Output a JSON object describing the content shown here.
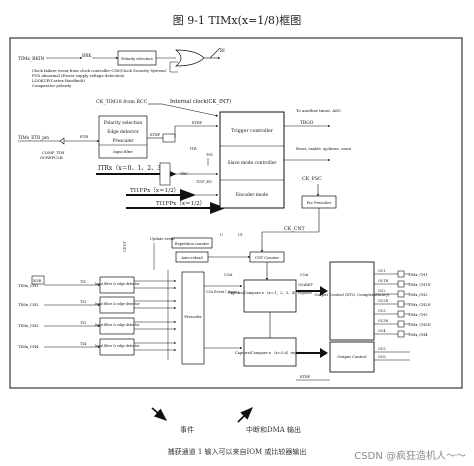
{
  "title": "图 9-1 TIMx(x=1/8)框图",
  "break": {
    "input": "TIMx_BKIN",
    "brk": "BRK",
    "polarity": "Polarity selection",
    "bi": "BI",
    "sources": [
      "Clock failure event from clock controller CSS(Clock Security Syetem)",
      "PVD abnormal (Power supply voltage detection)",
      "LOOKUP(Cortex Hardfault)",
      "Comparator polarity"
    ]
  },
  "clock": {
    "rcc": "CK_TIM18 from RCC",
    "internal": "Internal clock(CK_INT)",
    "etr_pin": "TIMx_ETR_pin",
    "comp": "COMP_TIM",
    "ocref": "OCREFCLR",
    "etr": "ETR",
    "etrp": "ETRP",
    "etrf": "ETRF",
    "etr_blocks": [
      "Polarity selection",
      "Edge detector",
      "Prescaler",
      "Input filter"
    ],
    "itr": "ITRx（x＝0、1、2、3）",
    "ti1f_ed": "TI1F_ED",
    "ti1fp1": "TI1FPx（x＝1/2）",
    "ti2fp2": "TI1FPx（x＝1/2）",
    "trc": "TRC",
    "tgi": "TGI",
    "itr_tag": "ITR"
  },
  "trigger": {
    "controller": "Trigger controller",
    "slave": "Slave mode controller",
    "encoder": "Encoder mode",
    "trgo": "TRGO",
    "to_other": "To another timer, ADC",
    "reset": "Reset, enable, up/down, count",
    "ck_psc": "CK_PSC",
    "psc_prescaler": "Psc Prescaler",
    "ck_cnt": "CK_CNT",
    "repetition": "Repetition counter",
    "auto_reload": "Auto-reload",
    "cnt_counter": "CNT Counter",
    "update_event": "Update event",
    "u": "U",
    "ui": "UI",
    "uevt": "UEVT"
  },
  "channels": {
    "xor": "XOR",
    "inputs": [
      "TIMx_CH1",
      "TIMx_CH2",
      "TIMx_CH3",
      "TIMx_CH4"
    ],
    "ti": [
      "TI1",
      "TI2",
      "TI3",
      "TI4"
    ],
    "filter": "Input filter & edge detector",
    "prescaler": "Prescaler",
    "ccxe": "CCx Event ( Input )",
    "ccxi": "CCxI",
    "compare_top": "Capture/Compare x （x＝1、2、3、4）register",
    "compare_bot": "Capture/Compare x （x＝5,6）register",
    "output_ctrl": "Output Control (DTG, Complementary)",
    "output_ctrl2": "Output Control",
    "dtg": "DTG",
    "oc_refs": [
      "OCxREF"
    ],
    "oc_labels": [
      "OC1",
      "OC1N",
      "OC2",
      "OC2N",
      "OC3",
      "OC3N",
      "OC4"
    ],
    "outputs": [
      "TIMx_CH1",
      "TIMx_CH1N",
      "TIMx_CH2",
      "TIMx_CH2N",
      "TIMx_CH3",
      "TIMx_CH3N",
      "TIMx_CH4"
    ],
    "oc56": [
      "OC5",
      "OC6"
    ],
    "etrf": "ETRF"
  },
  "legend": {
    "event": "事件",
    "interrupt": "中断和DMA 输出"
  },
  "footer": "捕获通道 1 输入可以来自IOM 或比较器输出",
  "watermark": "CSDN @疯狂造机人～～"
}
